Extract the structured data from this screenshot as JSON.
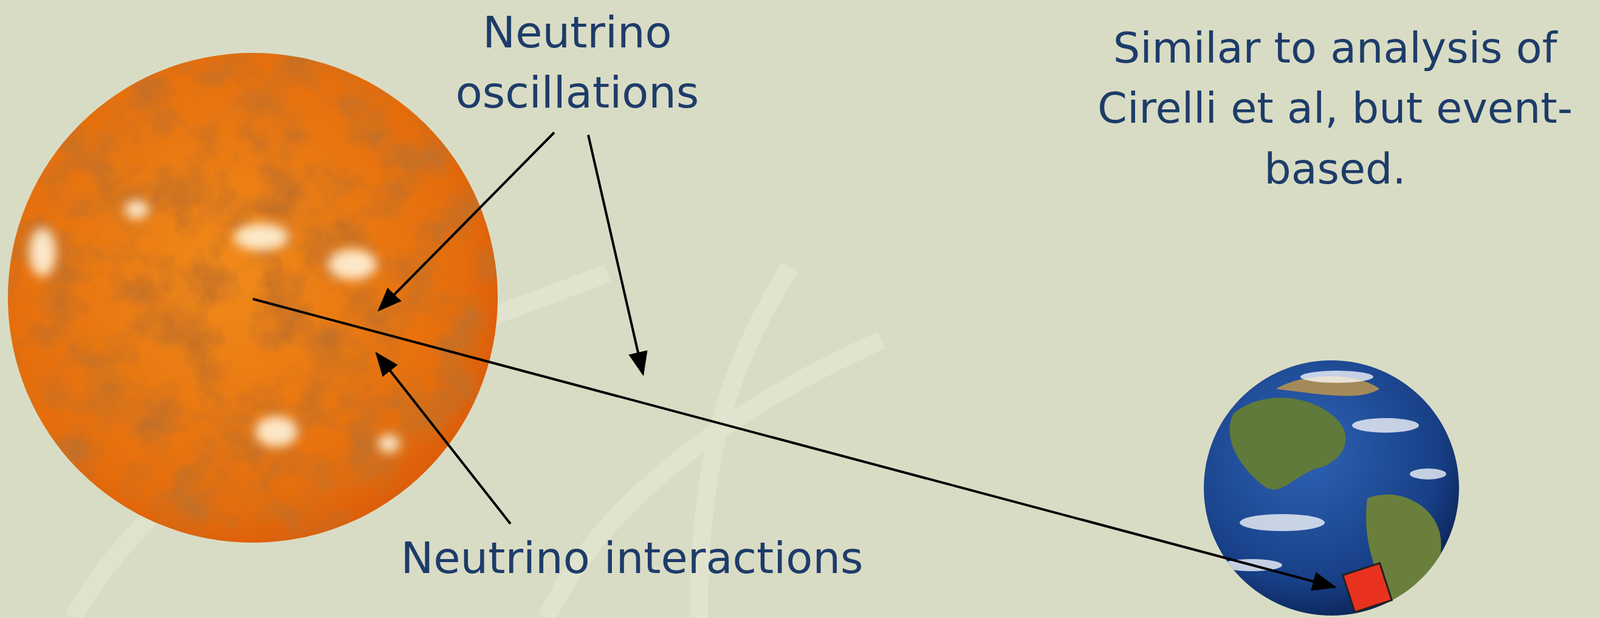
{
  "diagram": {
    "labels": [
      "Neutrino oscillations",
      "Neutrino interactions",
      "Similar to analysis of Cirelli et al, but event-based."
    ]
  }
}
